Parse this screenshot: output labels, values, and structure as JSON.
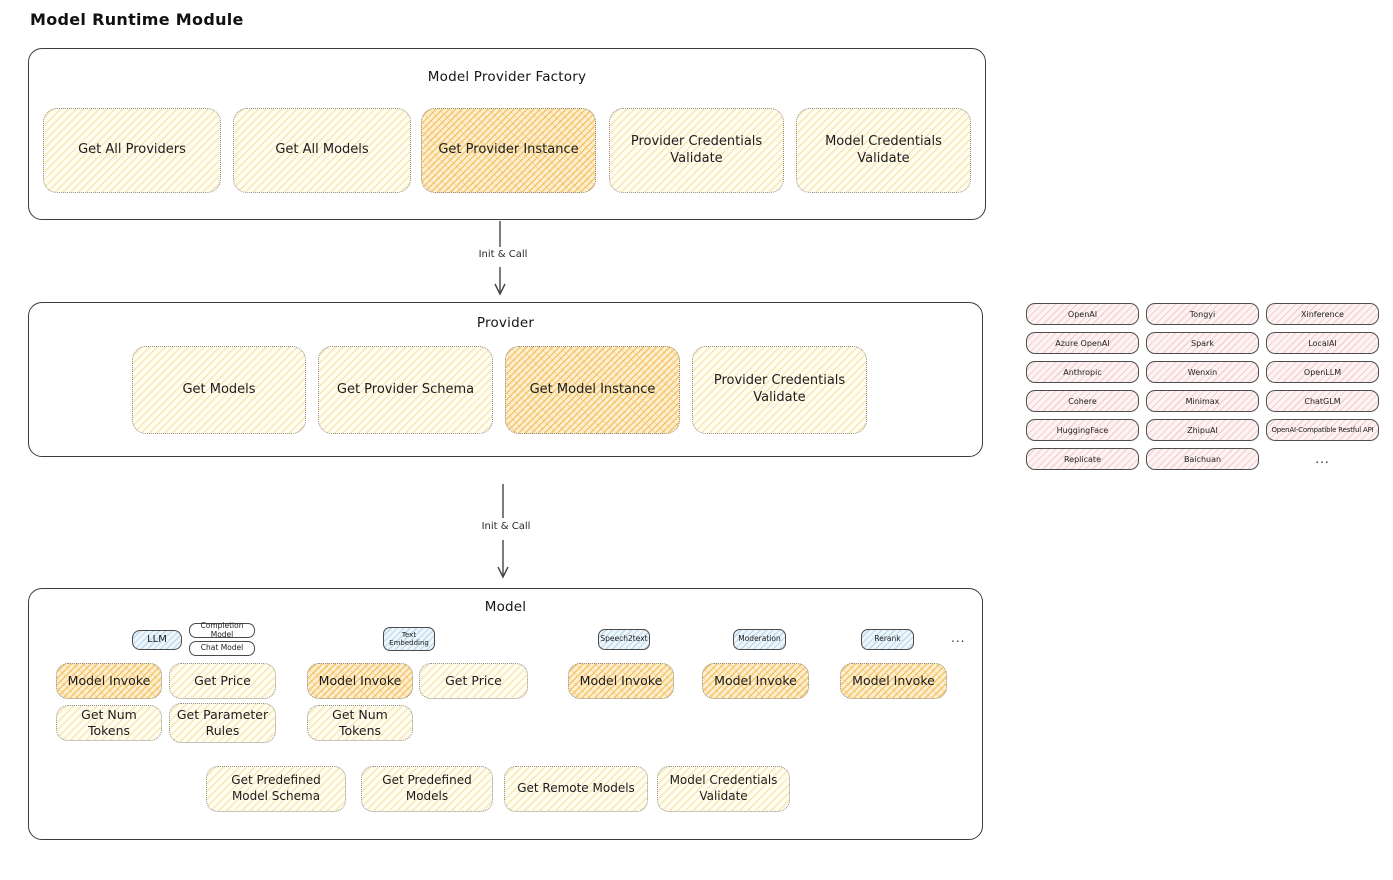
{
  "page_title": "Model Runtime Module",
  "arrows": {
    "factory_to_provider": "Init & Call",
    "provider_to_model": "Init & Call"
  },
  "factory": {
    "title": "Model Provider Factory",
    "buttons": [
      "Get All Providers",
      "Get All Models",
      "Get Provider Instance",
      "Provider Credentials Validate",
      "Model Credentials Validate"
    ],
    "highlighted": "Get Provider Instance"
  },
  "provider": {
    "title": "Provider",
    "buttons": [
      "Get Models",
      "Get Provider Schema",
      "Get Model Instance",
      "Provider Credentials Validate"
    ],
    "highlighted": "Get Model Instance"
  },
  "providers_panel": {
    "items": [
      "OpenAI",
      "Tongyi",
      "Xinference",
      "Azure OpenAI",
      "Spark",
      "LocalAI",
      "Anthropic",
      "Wenxin",
      "OpenLLM",
      "Cohere",
      "Minimax",
      "ChatGLM",
      "HuggingFace",
      "ZhipuAI",
      "OpenAI-Compatible Restful API",
      "Replicate",
      "Baichuan",
      "..."
    ]
  },
  "model": {
    "title": "Model",
    "tabs": {
      "llm": "LLM",
      "completion_model": "Completion Model",
      "chat_model": "Chat Model",
      "text_embedding": "Text Embedding",
      "speech2text": "Speech2text",
      "moderation": "Moderation",
      "rerank": "Rerank",
      "ellipsis": "..."
    },
    "llm_functions": [
      "Model Invoke",
      "Get Price",
      "Get Num Tokens",
      "Get Parameter Rules"
    ],
    "text_embedding_functions": [
      "Model Invoke",
      "Get Price",
      "Get Num Tokens"
    ],
    "speech2text_functions": [
      "Model Invoke"
    ],
    "moderation_functions": [
      "Model Invoke"
    ],
    "rerank_functions": [
      "Model Invoke"
    ],
    "common_functions": [
      "Get Predefined Model Schema",
      "Get Predefined Models",
      "Get Remote Models",
      "Model Credentials Validate"
    ]
  },
  "colors": {
    "highlight_orange": "#f2b244",
    "soft_yellow": "#f3ce79",
    "provider_pink": "#e89898",
    "tab_blue": "#7db4dc",
    "stroke": "#3c3c3c"
  }
}
